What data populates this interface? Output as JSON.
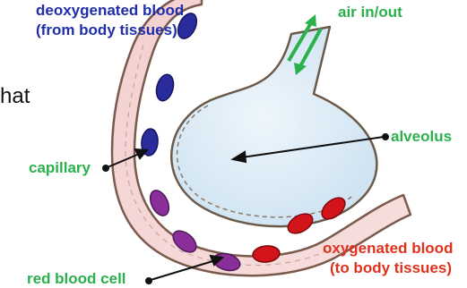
{
  "labels": {
    "deoxy_line1": "deoxygenated blood",
    "deoxy_line2": "(from body tissues)",
    "air": "air in/out",
    "alveolus": "alveolus",
    "capillary": "capillary",
    "oxy_line1": "oxygenated blood",
    "oxy_line2": "(to body tissues)",
    "rbc": "red blood cell"
  },
  "background_fragment": "hat",
  "colors": {
    "deoxygenated_cell": "#2a2b9c",
    "transition_cell": "#8a2f9a",
    "oxygenated_cell": "#d3141b",
    "capillary_fill": "#f6d7d6",
    "alveolus_fill": "#dcecf7",
    "arrow_green": "#2bb14c"
  }
}
